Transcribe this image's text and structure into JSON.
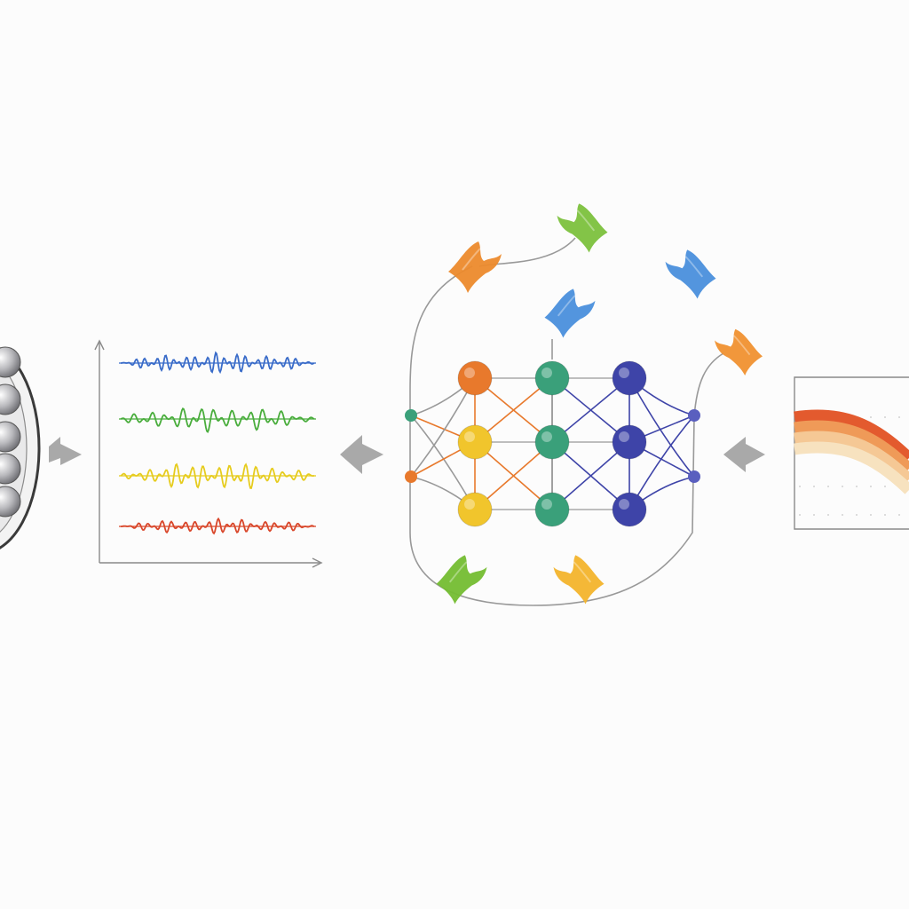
{
  "diagram": {
    "stages": [
      "bearing",
      "vibration-signals",
      "graph-neural-network",
      "degradation-curve"
    ],
    "bearing": {
      "ball_count": 5,
      "ball_color": "#b9b9bd",
      "ring_color": "#3a3a3a"
    },
    "signals": {
      "rows": [
        {
          "color": "#3a6cc9",
          "amplitude": 12,
          "frequency": 1.9
        },
        {
          "color": "#49ad3c",
          "amplitude": 15,
          "frequency": 1.3
        },
        {
          "color": "#e6cc1e",
          "amplitude": 16,
          "frequency": 1.5
        },
        {
          "color": "#d9472b",
          "amplitude": 9,
          "frequency": 1.7
        }
      ]
    },
    "network": {
      "columns": [
        {
          "color": "#e8792c",
          "secondary": "#f1c52c"
        },
        {
          "color": "#3aa07a",
          "secondary": "#3aa07a"
        },
        {
          "color": "#3e44a8",
          "secondary": "#3e44a8"
        }
      ],
      "input_nodes": [
        "#3aa07a",
        "#e8792c"
      ],
      "output_nodes": [
        "#5a5fbf",
        "#5a5fbf"
      ],
      "link_colors": [
        "#e8792c",
        "#3e44a8",
        "#888888"
      ]
    },
    "birds": [
      {
        "name": "bird-orange-top",
        "color": "#ec8a2c"
      },
      {
        "name": "bird-green-top",
        "color": "#7cc13d"
      },
      {
        "name": "bird-blue-top-right",
        "color": "#4a8fdc"
      },
      {
        "name": "bird-blue-middle",
        "color": "#4a8fdc"
      },
      {
        "name": "bird-orange-right",
        "color": "#f09130"
      },
      {
        "name": "bird-green-bottom",
        "color": "#74bd32"
      },
      {
        "name": "bird-yellow-bottom",
        "color": "#f3b42c"
      }
    ],
    "degradation": {
      "bands": [
        "#e35a2e",
        "#ef9a58",
        "#f5c895",
        "#f7e2bf"
      ]
    },
    "arrow_color": "#a9a9a9"
  }
}
